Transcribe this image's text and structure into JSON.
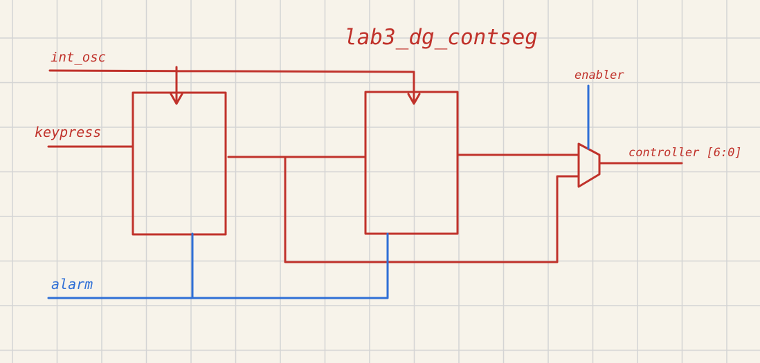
{
  "title": "lab3_dg_contseg",
  "signals": {
    "int_osc": "int_osc",
    "keypress": "keypress",
    "alarm": "alarm",
    "enabler": "enabler",
    "controller": "controller [6:0]"
  },
  "colors": {
    "background": "#f7f3ea",
    "grid": "#d4d4d4",
    "red_ink": "#c0322b",
    "blue_ink": "#2f6fd6"
  }
}
